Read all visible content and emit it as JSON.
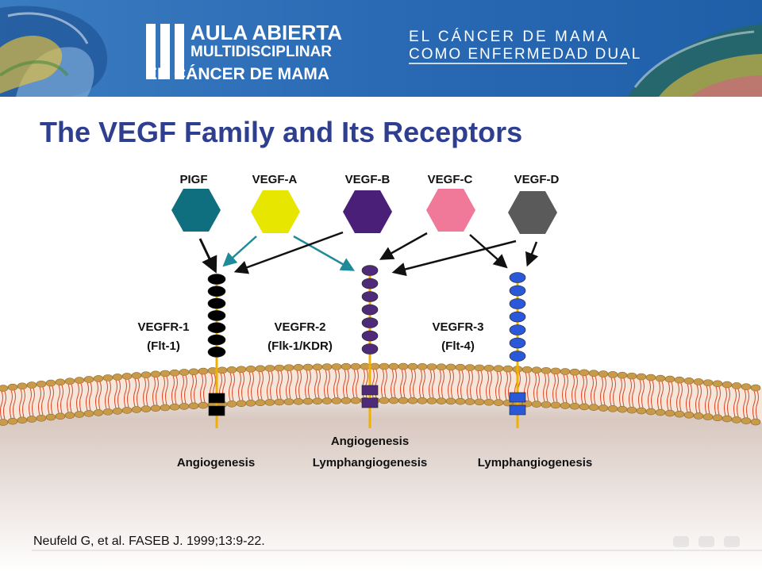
{
  "banner": {
    "logo_roman": "III",
    "logo_line1": "AULA ABIERTA",
    "logo_line2": "MULTIDISCIPLINAR",
    "logo_line3": "EN CÁNCER DE MAMA",
    "tagline_line1": "EL CÁNCER DE MAMA",
    "tagline_line2": "COMO ENFERMEDAD DUAL"
  },
  "title": "The VEGF Family and Its Receptors",
  "ligands": [
    {
      "label": "PIGF",
      "color": "#0f6f7f"
    },
    {
      "label": "VEGF-A",
      "color": "#e6e600"
    },
    {
      "label": "VEGF-B",
      "color": "#4a1f78"
    },
    {
      "label": "VEGF-C",
      "color": "#f07898"
    },
    {
      "label": "VEGF-D",
      "color": "#5a5a5a"
    }
  ],
  "receptors": [
    {
      "name": "VEGFR-1",
      "alias": "(Flt-1)",
      "color": "#000000"
    },
    {
      "name": "VEGFR-2",
      "alias": "(Flk-1/KDR)",
      "color": "#4e2a78"
    },
    {
      "name": "VEGFR-3",
      "alias": "(Flt-4)",
      "color": "#2a58d8"
    }
  ],
  "outcomes": {
    "r1": "Angiogenesis",
    "r2_line1": "Angiogenesis",
    "r2_line2": "Lymphangiogenesis",
    "r3": "Lymphangiogenesis"
  },
  "colors": {
    "banner": "#1f5fa8",
    "title": "#2f3f8f",
    "membrane_head": "#c99a4a",
    "membrane_tail": "#d84a2a",
    "arrow_dark": "#111111",
    "arrow_teal": "#1f8a9a",
    "stem": "#f0b000"
  },
  "citation": "Neufeld G, et al. FASEB J. 1999;13:9-22."
}
